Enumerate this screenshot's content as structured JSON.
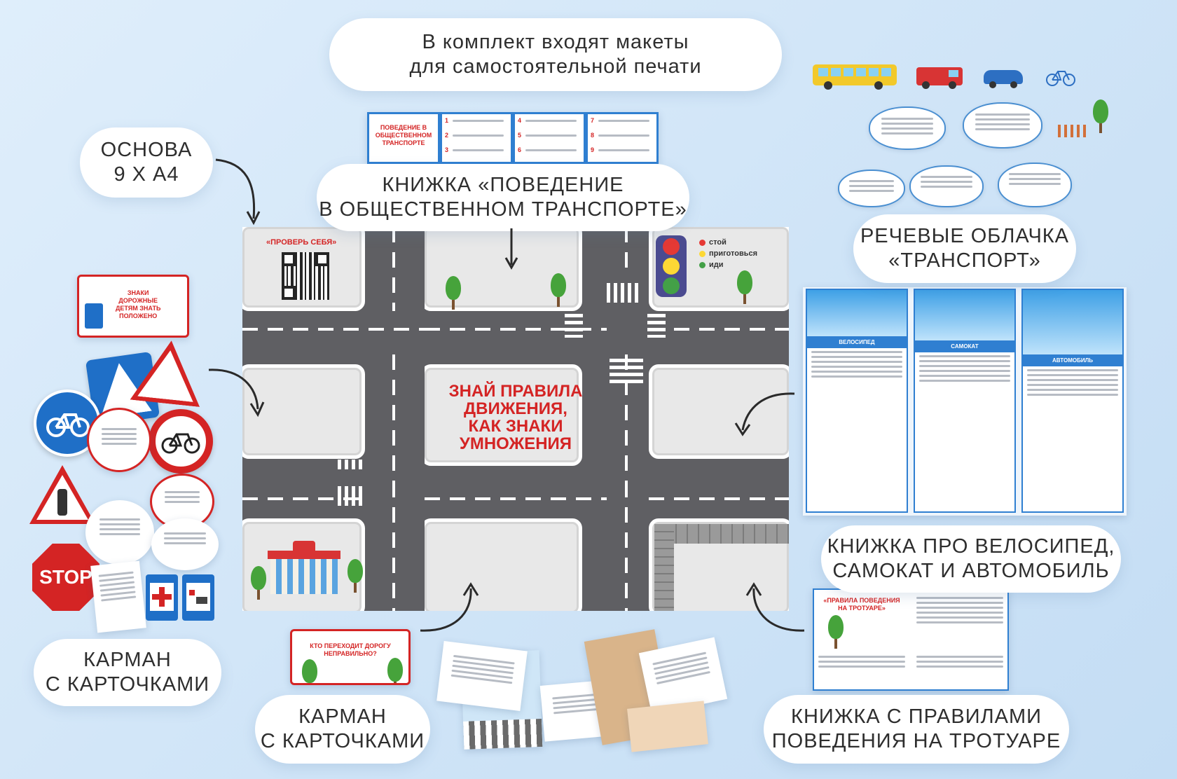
{
  "labels": {
    "top_line1": "В комплект входят макеты",
    "top_line2": "для самостоятельной печати",
    "base_line1": "ОСНОВА",
    "base_line2": "9 Х А4",
    "book_transport_line1": "КНИЖКА «ПОВЕДЕНИЕ",
    "book_transport_line2": "В ОБЩЕСТВЕННОМ ТРАНСПОРТЕ»",
    "clouds_line1": "РЕЧЕВЫЕ ОБЛАЧКА",
    "clouds_line2": "«ТРАНСПОРТ»",
    "book_bike_line1": "КНИЖКА ПРО ВЕЛОСИПЕД,",
    "book_bike_line2": "САМОКАТ И АВТОМОБИЛЬ",
    "pocket_left_line1": "КАРМАН",
    "pocket_left_line2": "С КАРТОЧКАМИ",
    "pocket_mid_line1": "КАРМАН",
    "pocket_mid_line2": "С КАРТОЧКАМИ",
    "book_sidewalk_line1": "КНИЖКА С ПРАВИЛАМИ",
    "book_sidewalk_line2": "ПОВЕДЕНИЯ НА ТРОТУАРЕ"
  },
  "board": {
    "title_line1": "ЗНАЙ ПРАВИЛА",
    "title_line2": "ДВИЖЕНИЯ,",
    "title_line3": "КАК ЗНАКИ",
    "title_line4": "УМНОЖЕНИЯ",
    "check_label": "«ПРОВЕРЬ СЕБЯ»",
    "light_stop": "стой",
    "light_ready": "приготовься",
    "light_go": "иди"
  },
  "transport_book": {
    "cover_line1": "ПОВЕДЕНИЕ В",
    "cover_line2": "ОБЩЕСТВЕННОМ",
    "cover_line3": "ТРАНСПОРТЕ",
    "numbers": [
      "1",
      "2",
      "3",
      "4",
      "5",
      "6",
      "7",
      "8",
      "9"
    ]
  },
  "bike_book": {
    "page1": "ВЕЛОСИПЕД",
    "page2": "САМОКАТ",
    "page3": "АВТОМОБИЛЬ"
  },
  "sidewalk_book": {
    "cover_line1": "«ПРАВИЛА ПОВЕДЕНИЯ",
    "cover_line2": "НА ТРОТУАРЕ»"
  },
  "pocket_left": {
    "line1": "ЗНАКИ",
    "line2": "ДОРОЖНЫЕ",
    "line3": "ДЕТЯМ ЗНАТЬ",
    "line4": "ПОЛОЖЕНО",
    "stop_sign": "STOP"
  },
  "pocket_mid": {
    "line1": "КТО ПЕРЕХОДИТ ДОРОГУ",
    "line2": "НЕПРАВИЛЬНО?"
  },
  "colors": {
    "accent_red": "#d42424",
    "road_gray": "#5f5f63",
    "sign_blue": "#1f6fc7",
    "tree_green": "#46a33b"
  },
  "icons": [
    "bus-icon",
    "fire-truck-icon",
    "car-icon",
    "bicycle-icon",
    "traffic-light-icon",
    "qr-code-icon",
    "stop-sign-icon",
    "pedestrian-sign-icon",
    "first-aid-sign-icon",
    "hospital-sign-icon",
    "school-building-icon"
  ]
}
